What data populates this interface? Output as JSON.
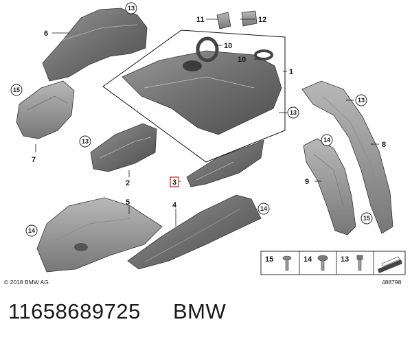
{
  "diagram": {
    "copyright": "© 2018 BMW AG",
    "diagram_number": "488798",
    "callouts": {
      "c1": "1",
      "c2": "2",
      "c3": "3",
      "c4": "4",
      "c5": "5",
      "c6": "6",
      "c7": "7",
      "c8": "8",
      "c9": "9",
      "c10a": "10",
      "c10b": "10",
      "c11": "11",
      "c12": "12"
    },
    "circled": {
      "a": "13",
      "b": "15",
      "c": "13",
      "d": "13",
      "e": "13",
      "f": "14",
      "g": "14",
      "h": "14",
      "i": "15"
    },
    "legend": {
      "l15": "15",
      "l14": "14",
      "l13": "13"
    }
  },
  "footer": {
    "part_number": "11658689725",
    "brand": "BMW"
  }
}
